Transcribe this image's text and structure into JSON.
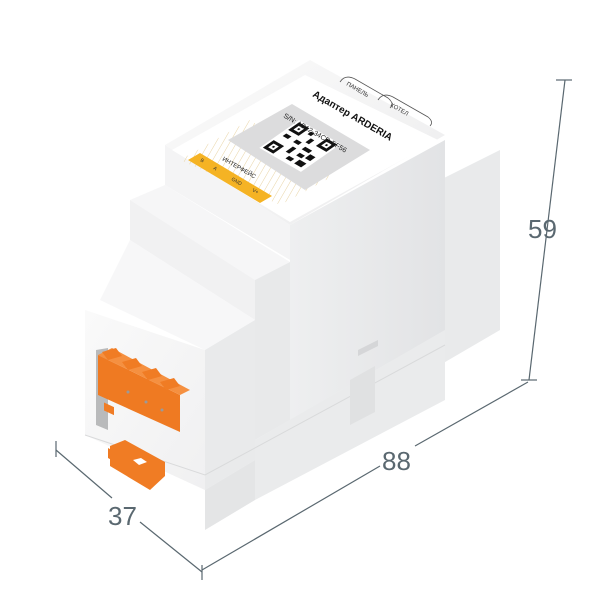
{
  "product": {
    "title": "Адаптер ARDERIA",
    "serial": "S/N: AB12-34CD-EF56",
    "tabs": [
      "ПАНЕЛЬ",
      "КОТЕЛ"
    ],
    "interface_label": "ИНТЕРФЕЙС",
    "pins": [
      "B",
      "A",
      "GND",
      "V+"
    ]
  },
  "dimensions": {
    "width": "37",
    "length": "88",
    "height": "59"
  },
  "colors": {
    "body": "#f2f3f4",
    "accent_orange": "#f07c24",
    "label_yellow": "#f5b324",
    "dim_line": "#5a6870"
  }
}
